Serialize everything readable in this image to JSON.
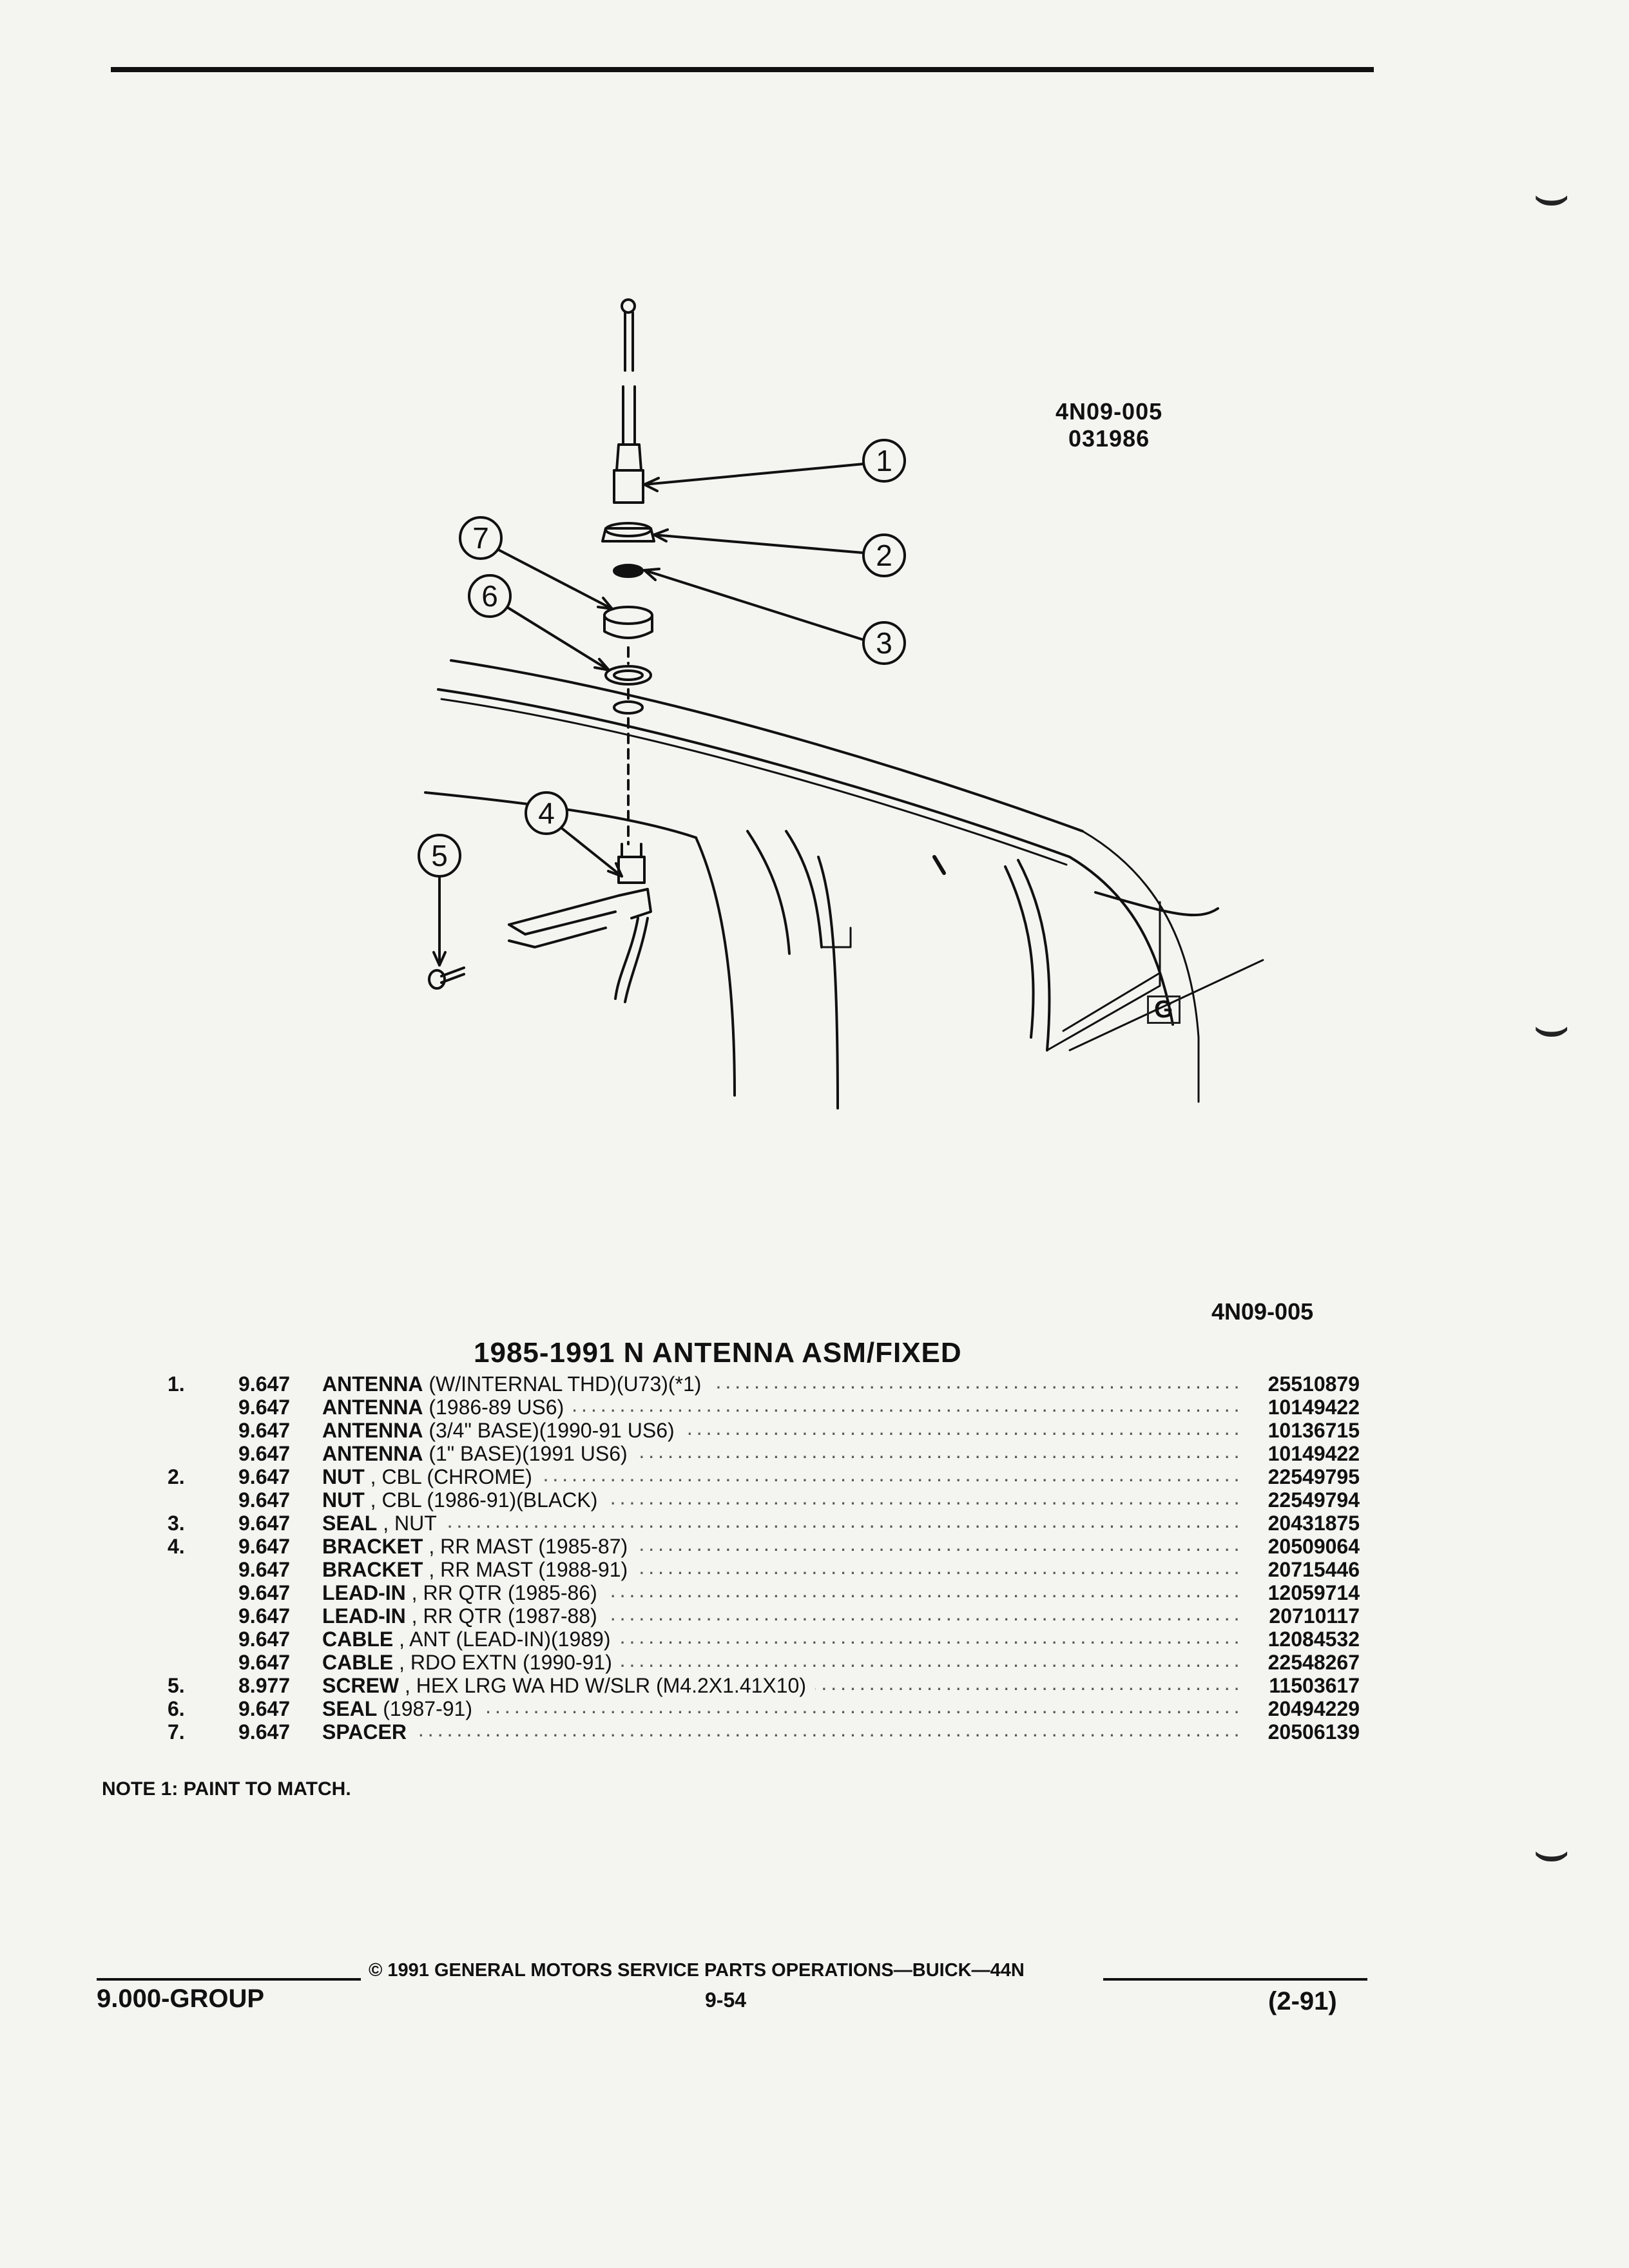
{
  "figure": {
    "code_line1": "4N09-005",
    "code_line2": "031986",
    "callouts": [
      "1",
      "2",
      "3",
      "4",
      "5",
      "6",
      "7"
    ],
    "logo": "G"
  },
  "reference_code": "4N09-005",
  "title": "1985-1991 N ANTENNA ASM/FIXED",
  "parts": [
    {
      "num": "1.",
      "group": "9.647",
      "name": "ANTENNA",
      "qualifier": " (W/INTERNAL THD)(U73)(*1)",
      "part_no": "25510879"
    },
    {
      "num": "",
      "group": "9.647",
      "name": "ANTENNA",
      "qualifier": " (1986-89 US6)",
      "part_no": "10149422"
    },
    {
      "num": "",
      "group": "9.647",
      "name": "ANTENNA",
      "qualifier": " (3/4\" BASE)(1990-91 US6)",
      "part_no": "10136715"
    },
    {
      "num": "",
      "group": "9.647",
      "name": "ANTENNA",
      "qualifier": " (1\" BASE)(1991 US6)",
      "part_no": "10149422"
    },
    {
      "num": "2.",
      "group": "9.647",
      "name": "NUT",
      "qualifier": " , CBL (CHROME)",
      "part_no": "22549795"
    },
    {
      "num": "",
      "group": "9.647",
      "name": "NUT",
      "qualifier": " , CBL (1986-91)(BLACK)",
      "part_no": "22549794"
    },
    {
      "num": "3.",
      "group": "9.647",
      "name": "SEAL",
      "qualifier": " , NUT",
      "part_no": "20431875"
    },
    {
      "num": "4.",
      "group": "9.647",
      "name": "BRACKET",
      "qualifier": " , RR MAST (1985-87)",
      "part_no": "20509064"
    },
    {
      "num": "",
      "group": "9.647",
      "name": "BRACKET",
      "qualifier": " , RR MAST (1988-91)",
      "part_no": "20715446"
    },
    {
      "num": "",
      "group": "9.647",
      "name": "LEAD-IN",
      "qualifier": " , RR QTR (1985-86)",
      "part_no": "12059714"
    },
    {
      "num": "",
      "group": "9.647",
      "name": "LEAD-IN",
      "qualifier": " , RR QTR (1987-88)",
      "part_no": "20710117"
    },
    {
      "num": "",
      "group": "9.647",
      "name": "CABLE",
      "qualifier": " , ANT (LEAD-IN)(1989)",
      "part_no": "12084532"
    },
    {
      "num": "",
      "group": "9.647",
      "name": "CABLE",
      "qualifier": " , RDO EXTN (1990-91)",
      "part_no": "22548267"
    },
    {
      "num": "5.",
      "group": "8.977",
      "name": "SCREW",
      "qualifier": " , HEX LRG WA HD W/SLR (M4.2X1.41X10)",
      "part_no": "11503617"
    },
    {
      "num": "6.",
      "group": "9.647",
      "name": "SEAL",
      "qualifier": " (1987-91)",
      "part_no": "20494229"
    },
    {
      "num": "7.",
      "group": "9.647",
      "name": "SPACER",
      "qualifier": "",
      "part_no": "20506139"
    }
  ],
  "note": "NOTE  1:  PAINT TO MATCH.",
  "footer": {
    "copyright": "©  1991  GENERAL MOTORS SERVICE PARTS OPERATIONS—BUICK—44N",
    "group": "9.000-GROUP",
    "page": "9-54",
    "date": "(2-91)"
  }
}
